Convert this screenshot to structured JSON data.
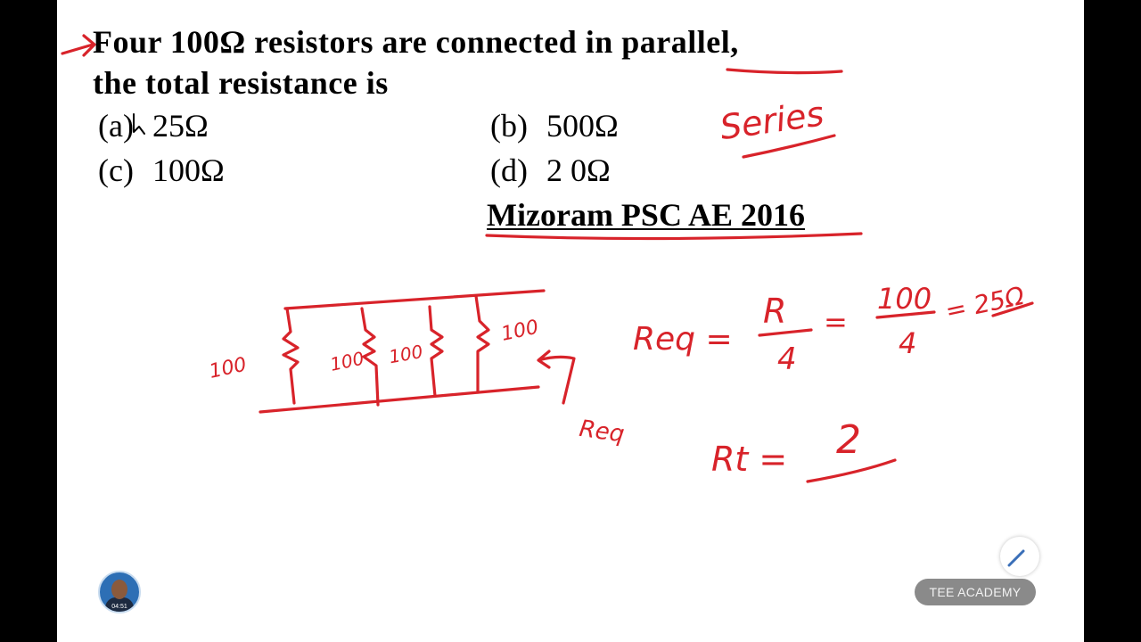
{
  "question": {
    "line1": "Four 100Ω resistors are connected in parallel,",
    "line2": "the total resistance is"
  },
  "options": [
    {
      "key": "(a)",
      "value": "25Ω"
    },
    {
      "key": "(b)",
      "value": "500Ω"
    },
    {
      "key": "(c)",
      "value": "100Ω"
    },
    {
      "key": "(d)",
      "value": "2 0Ω"
    }
  ],
  "exam_tag": "Mizoram PSC AE 2016",
  "annotations": {
    "series_note": "Series",
    "resistor_values": [
      "100",
      "100",
      "100",
      "100"
    ],
    "req_label": "Req",
    "formula_lhs": "Req =",
    "formula_r": "R",
    "formula_4a": "4",
    "formula_eq": "=",
    "formula_100": "100",
    "formula_4b": "4",
    "formula_result": "= 25Ω",
    "rt_label": "Rt =",
    "rt_value": "2"
  },
  "watermark": "TEE ACADEMY",
  "avatar_time": "04:51",
  "colors": {
    "ink": "#d8232a",
    "page": "#ffffff",
    "border": "#000000"
  }
}
